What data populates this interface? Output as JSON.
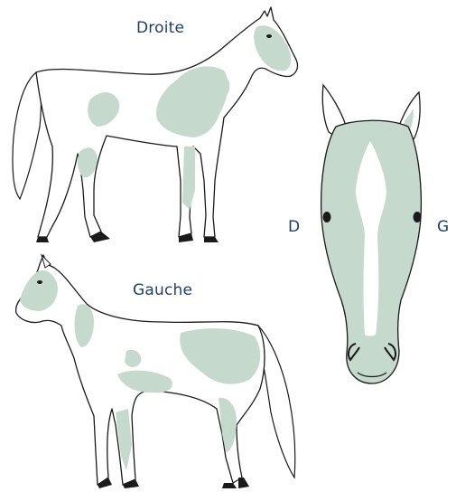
{
  "labels": {
    "right_side": "Droite",
    "left_side": "Gauche",
    "head_right": "D",
    "head_left": "G"
  },
  "colors": {
    "label_text": "#1e3f66",
    "outline": "#1a1a1a",
    "marking_fill": "#c6d9cd",
    "coat_white": "#ffffff"
  },
  "icons": {
    "right_side_view": "horse-right-profile-icon",
    "left_side_view": "horse-left-profile-icon",
    "front_head_view": "horse-head-front-icon"
  }
}
